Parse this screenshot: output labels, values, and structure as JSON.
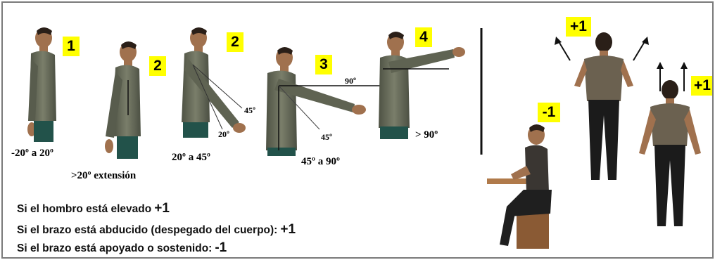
{
  "badges": {
    "b1": "1",
    "b2a": "2",
    "b2b": "2",
    "b3": "3",
    "b4": "4",
    "bm1": "-1",
    "bp1a": "+1",
    "bp1b": "+1"
  },
  "angles": {
    "r1": "-20º a 20º",
    "r2": ">20º extensión",
    "r3": "20º a 45º",
    "r4": "45º a 90º",
    "r5": "> 90º",
    "a45a": "45º",
    "a20": "20º",
    "a90": "90º",
    "a45b": "45º"
  },
  "rules": [
    {
      "text": "Si el hombro está elevado",
      "value": "+1"
    },
    {
      "text": "Si el brazo está abducido (despegado del cuerpo):",
      "value": "+1"
    },
    {
      "text": "Si el brazo está apoyado o sostenido:",
      "value": "-1"
    }
  ],
  "colors": {
    "shirt": "#6b6f5e",
    "skin": "#a0714e",
    "pants": "#22524a",
    "dark": "#1b1b1b",
    "badge": "#ffff00"
  }
}
